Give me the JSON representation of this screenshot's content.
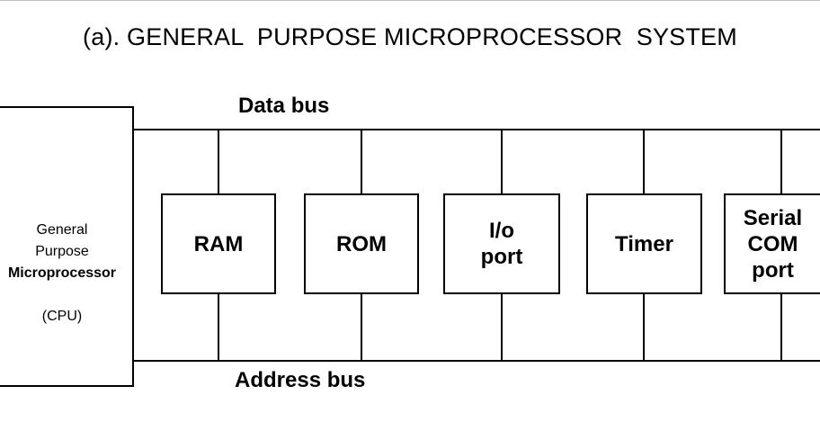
{
  "title": "(a). GENERAL  PURPOSE MICROPROCESSOR  SYSTEM",
  "cpu": {
    "line1": "General",
    "line2": "Purpose",
    "line3": "Microprocessor",
    "line4": "(CPU)"
  },
  "buses": {
    "data": "Data bus",
    "address": "Address bus"
  },
  "components": [
    {
      "lines": [
        "RAM"
      ]
    },
    {
      "lines": [
        "ROM"
      ]
    },
    {
      "lines": [
        "I/o",
        "port"
      ]
    },
    {
      "lines": [
        "Timer"
      ]
    },
    {
      "lines": [
        "Serial",
        "COM",
        "port"
      ]
    }
  ]
}
